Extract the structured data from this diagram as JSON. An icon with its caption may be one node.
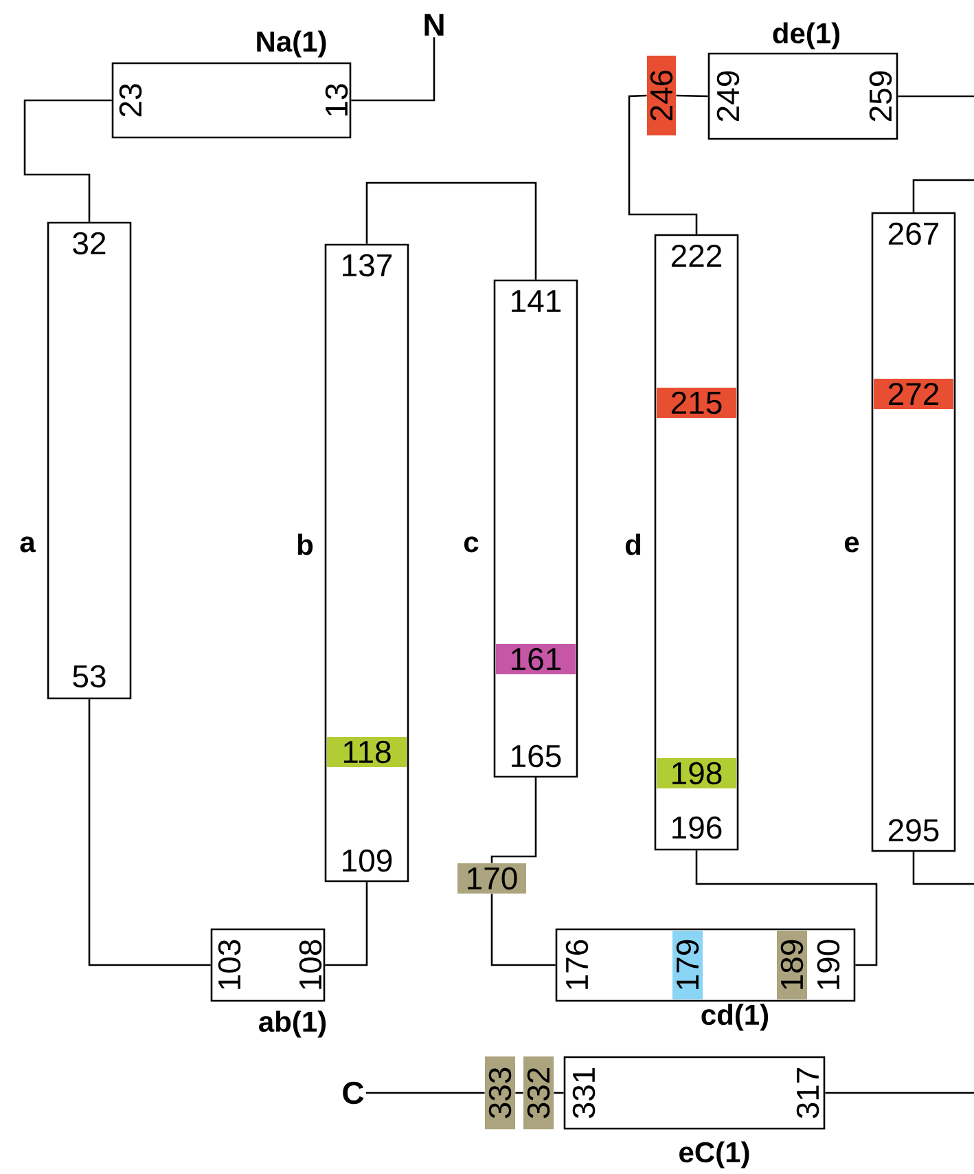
{
  "diagram": {
    "nodes": [
      {
        "text": [
          "N"
        ]
      },
      {
        "text": [
          "Na(1)",
          "23",
          "13"
        ]
      },
      {
        "text": [
          "32",
          "53"
        ],
        "beside": [
          "a"
        ]
      },
      {
        "text": [
          "103",
          "108",
          "ab(1)"
        ]
      },
      {
        "text": [
          "137",
          "109"
        ],
        "beside": [
          "b"
        ]
      },
      {
        "text": [
          "118"
        ],
        "in": 4
      },
      {
        "text": [
          "141",
          "165"
        ],
        "beside": [
          "c"
        ]
      },
      {
        "text": [
          "161"
        ],
        "in": 6
      },
      {
        "text": [
          "170"
        ]
      },
      {
        "text": [
          "176",
          "190",
          "cd(1)"
        ]
      },
      {
        "text": [
          "179"
        ],
        "in": 9
      },
      {
        "text": [
          "189"
        ],
        "in": 9
      },
      {
        "text": [
          "222",
          "196"
        ],
        "beside": [
          "d"
        ]
      },
      {
        "text": [
          "215"
        ],
        "in": 12
      },
      {
        "text": [
          "198"
        ],
        "in": 12
      },
      {
        "text": [
          "246"
        ]
      },
      {
        "text": [
          "de(1)",
          "249",
          "259"
        ]
      },
      {
        "text": [
          "267",
          "295"
        ],
        "beside": [
          "e"
        ]
      },
      {
        "text": [
          "272"
        ],
        "in": 17
      },
      {
        "text": [
          "331",
          "317",
          "eC(1)"
        ]
      },
      {
        "text": [
          "333"
        ]
      },
      {
        "text": [
          "332"
        ]
      },
      {
        "text": [
          "C"
        ]
      }
    ],
    "edges": [
      {
        "from": 0,
        "to": 1,
        "arrow": "none"
      },
      {
        "from": 1,
        "to": 2,
        "arrow": "none"
      },
      {
        "from": 2,
        "to": 3,
        "arrow": "none"
      },
      {
        "from": 3,
        "to": 4,
        "arrow": "none"
      },
      {
        "from": 4,
        "to": 6,
        "arrow": "none"
      },
      {
        "from": 6,
        "to": 8,
        "arrow": "none"
      },
      {
        "from": 8,
        "to": 9,
        "arrow": "none"
      },
      {
        "from": 9,
        "to": 12,
        "arrow": "none"
      },
      {
        "from": 12,
        "to": 15,
        "arrow": "none"
      },
      {
        "from": 15,
        "to": 16,
        "arrow": "none"
      },
      {
        "from": 16,
        "to": null,
        "arrow": "none"
      },
      {
        "from": 17,
        "to": null,
        "arrow": "none"
      },
      {
        "from": 17,
        "to": null,
        "arrow": "none"
      },
      {
        "from": 19,
        "to": null,
        "arrow": "none"
      },
      {
        "from": 19,
        "to": 21,
        "arrow": "none"
      },
      {
        "from": 21,
        "to": 20,
        "arrow": "none"
      },
      {
        "from": 20,
        "to": 22,
        "arrow": "none"
      }
    ]
  }
}
